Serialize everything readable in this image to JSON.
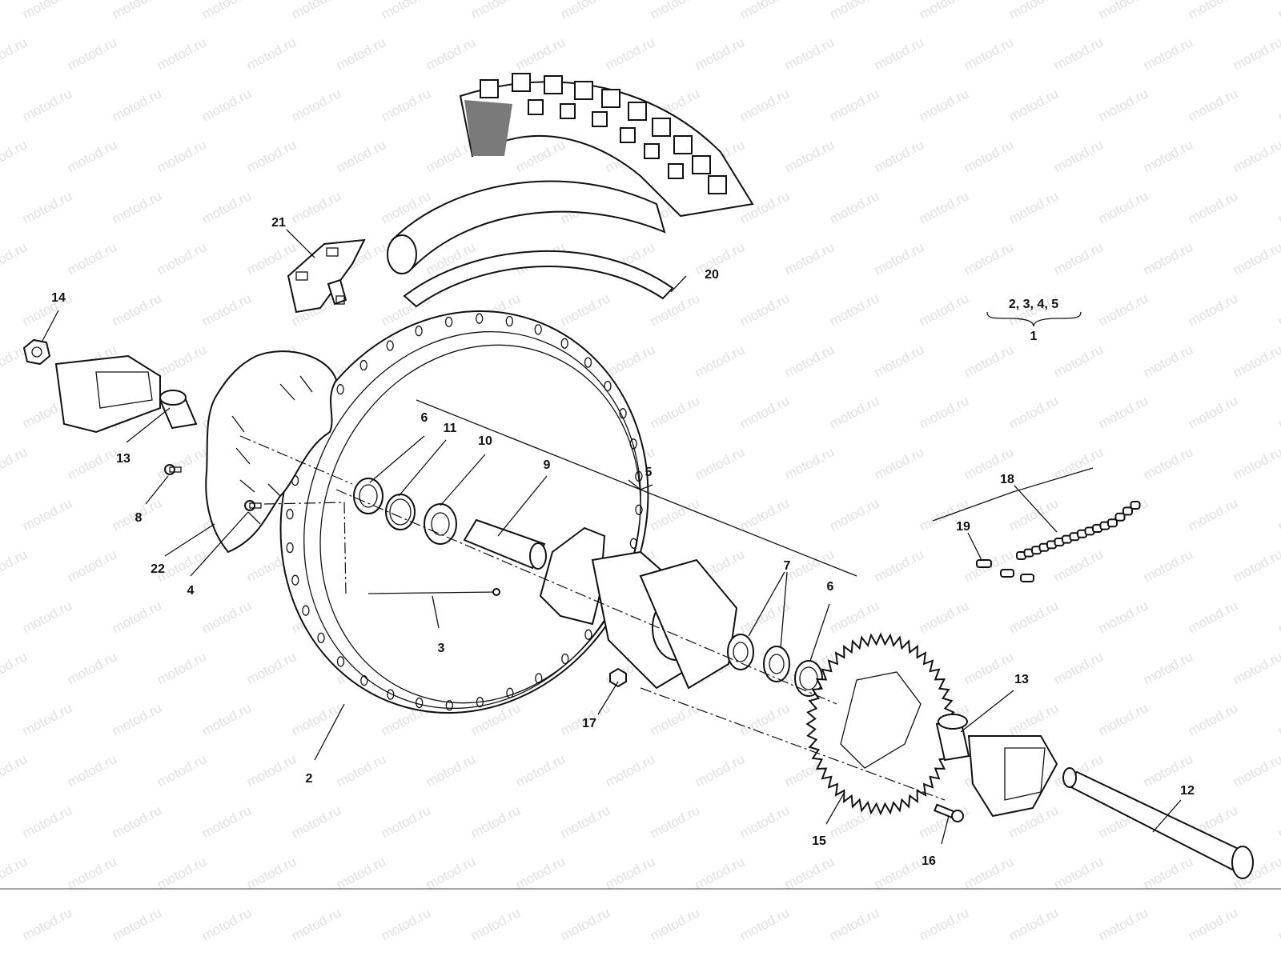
{
  "watermark": "motod.ru",
  "group_note": {
    "components": "2, 3, 4, 5",
    "assembly": "1"
  },
  "callouts": {
    "c2": "2",
    "c3": "3",
    "c4": "4",
    "c5": "5",
    "c6a": "6",
    "c6b": "6",
    "c7": "7",
    "c8": "8",
    "c9": "9",
    "c10": "10",
    "c11": "11",
    "c12": "12",
    "c13a": "13",
    "c13b": "13",
    "c14": "14",
    "c15": "15",
    "c16": "16",
    "c17": "17",
    "c18": "18",
    "c19": "19",
    "c20": "20",
    "c21": "21",
    "c22": "22"
  }
}
